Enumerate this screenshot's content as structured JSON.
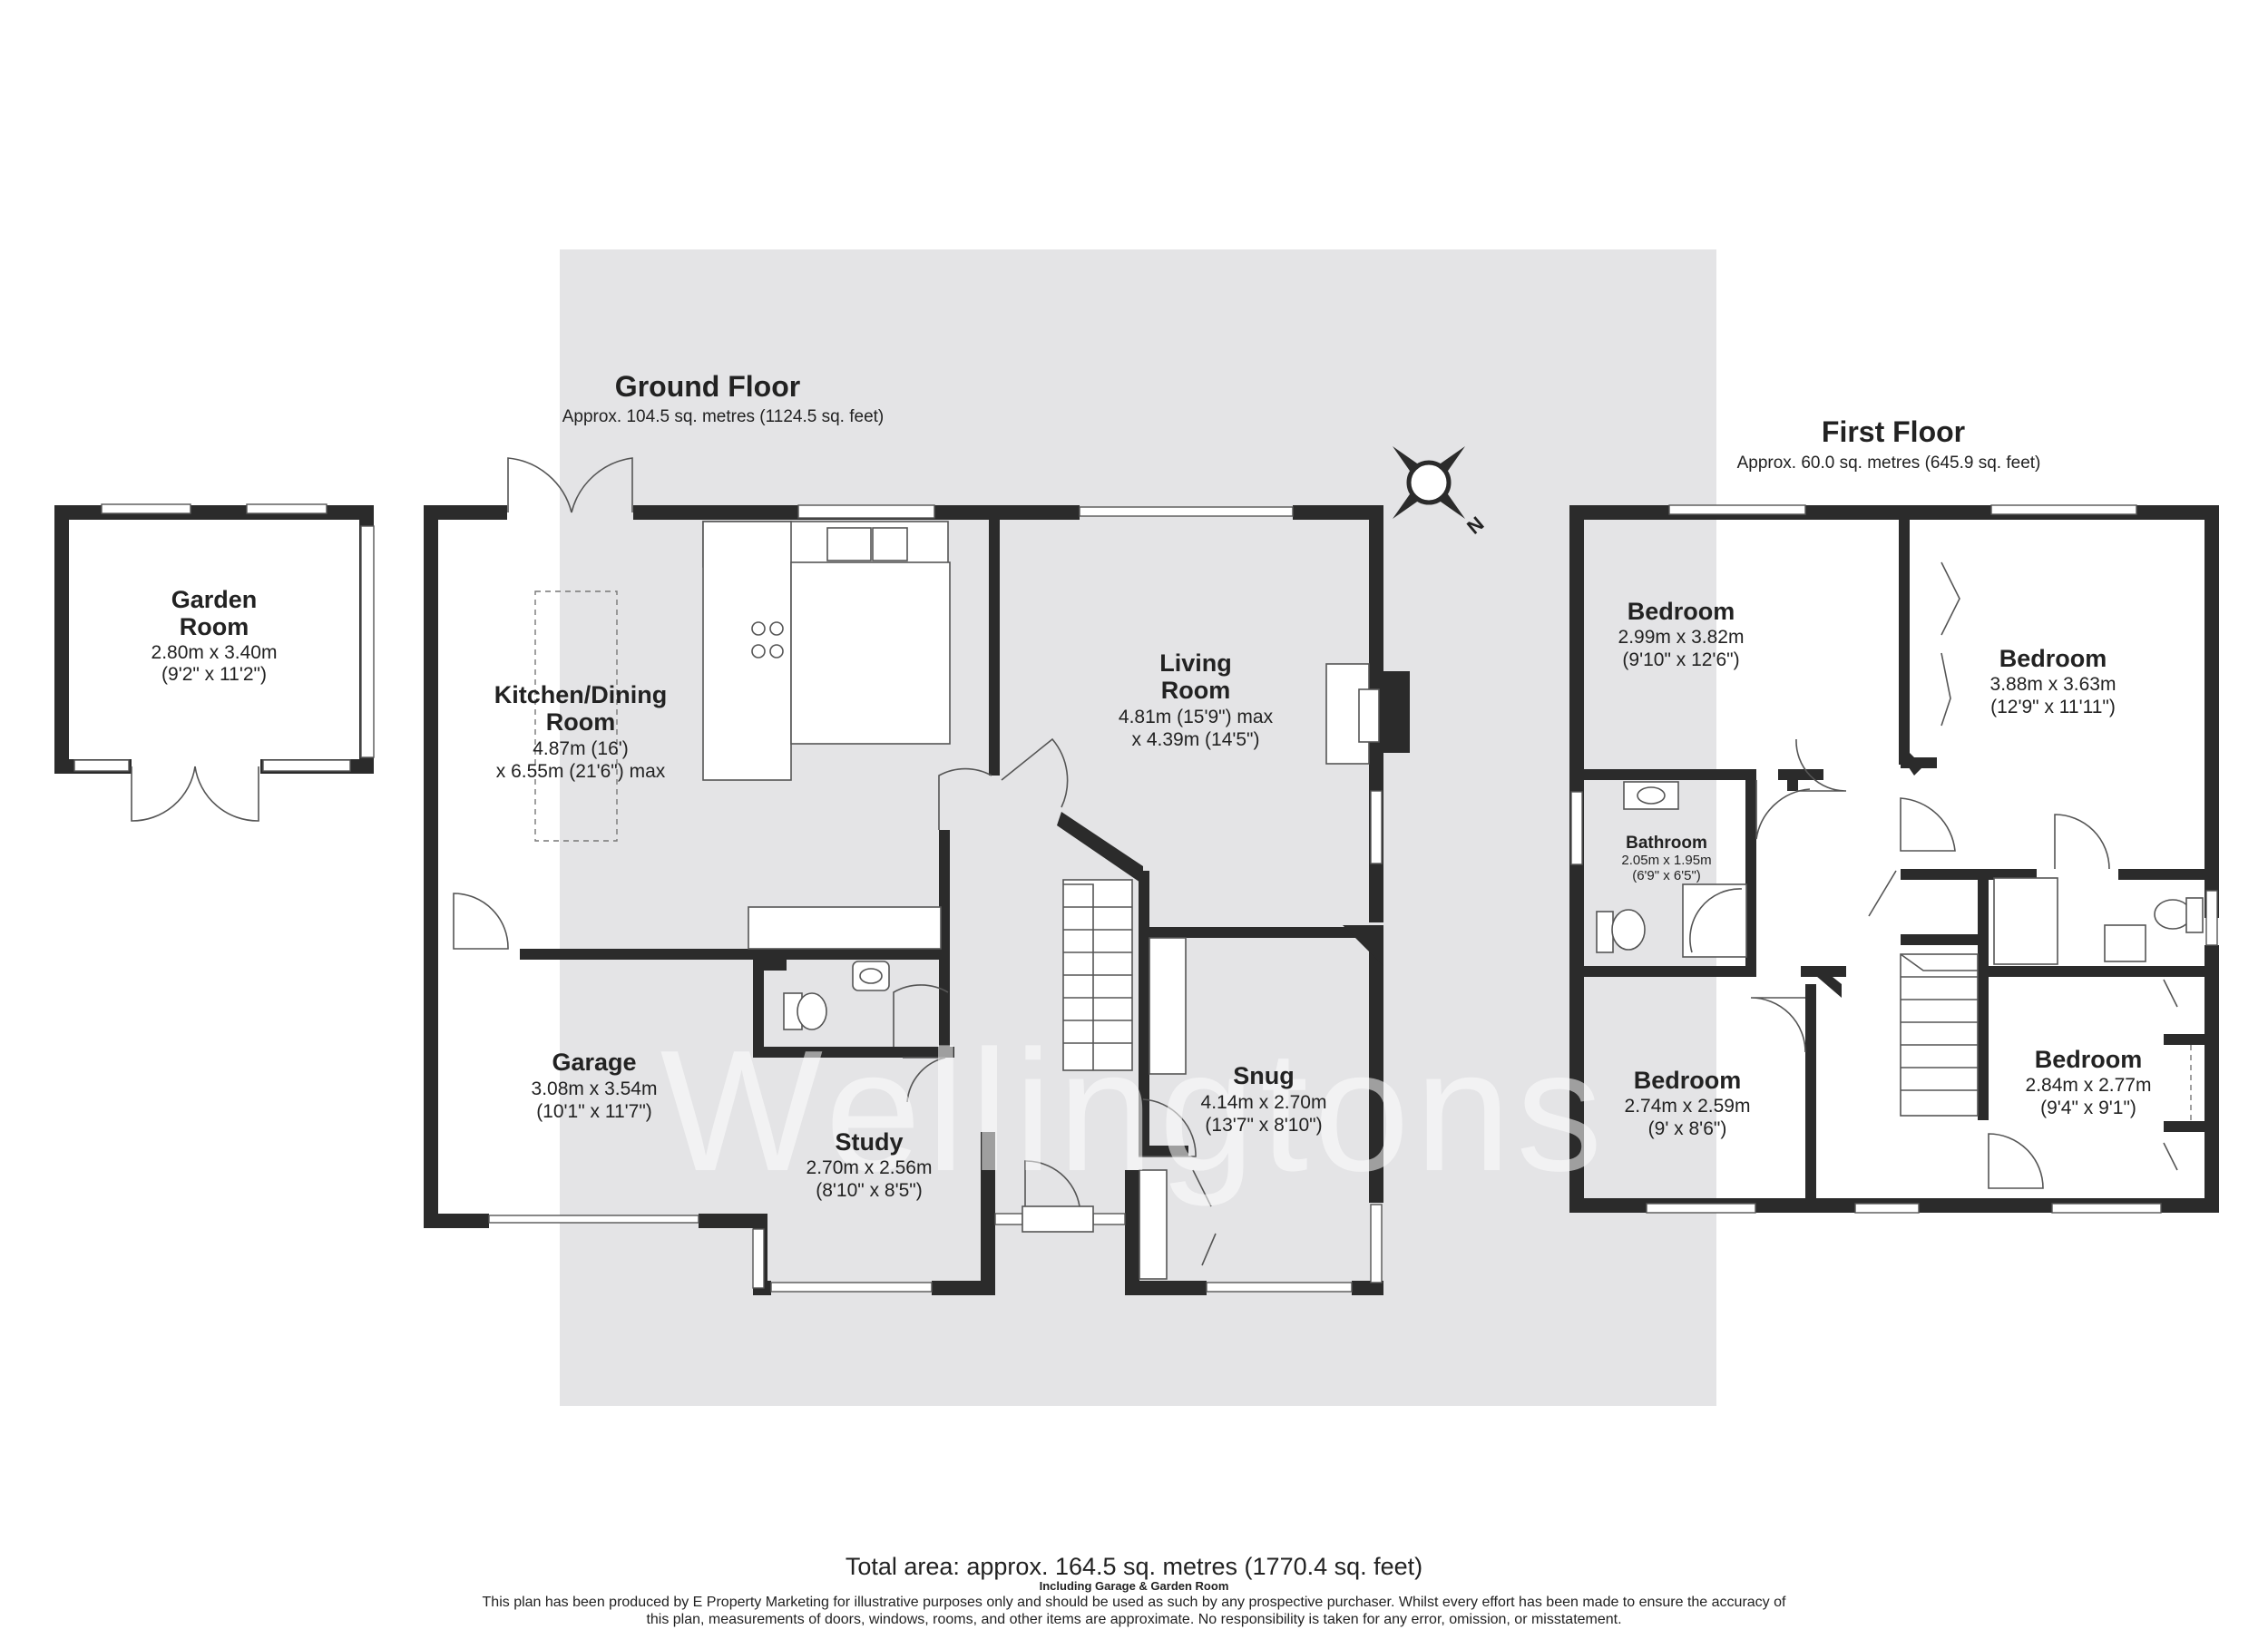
{
  "ground_floor": {
    "title": "Ground Floor",
    "area": "Approx. 104.5 sq. metres (1124.5 sq. feet)",
    "rooms": {
      "kitchen": {
        "name_line1": "Kitchen/Dining",
        "name_line2": "Room",
        "dim1": "4.87m (16')",
        "dim2": "x 6.55m (21'6\") max"
      },
      "living": {
        "name_line1": "Living",
        "name_line2": "Room",
        "dim1": "4.81m (15'9\") max",
        "dim2": "x 4.39m (14'5\")"
      },
      "garage": {
        "name": "Garage",
        "dim1": "3.08m x 3.54m",
        "dim2": "(10'1\" x 11'7\")"
      },
      "study": {
        "name": "Study",
        "dim1": "2.70m x 2.56m",
        "dim2": "(8'10\" x 8'5\")"
      },
      "snug": {
        "name": "Snug",
        "dim1": "4.14m x 2.70m",
        "dim2": "(13'7\" x 8'10\")"
      }
    }
  },
  "garden_room": {
    "name_line1": "Garden",
    "name_line2": "Room",
    "dim1": "2.80m x 3.40m",
    "dim2": "(9'2\" x 11'2\")"
  },
  "first_floor": {
    "title": "First Floor",
    "area": "Approx. 60.0 sq. metres (645.9 sq. feet)",
    "rooms": {
      "bedroom1": {
        "name": "Bedroom",
        "dim1": "2.99m x 3.82m",
        "dim2": "(9'10\" x 12'6\")"
      },
      "bedroom2": {
        "name": "Bedroom",
        "dim1": "3.88m x 3.63m",
        "dim2": "(12'9\" x 11'11\")"
      },
      "bathroom": {
        "name": "Bathroom",
        "dim1": "2.05m x 1.95m",
        "dim2": "(6'9\" x 6'5\")"
      },
      "bedroom3": {
        "name": "Bedroom",
        "dim1": "2.74m x 2.59m",
        "dim2": "(9' x 8'6\")"
      },
      "bedroom4": {
        "name": "Bedroom",
        "dim1": "2.84m x 2.77m",
        "dim2": "(9'4\" x 9'1\")"
      }
    }
  },
  "compass": {
    "label": "N"
  },
  "watermark": "Wellingtons",
  "footer": {
    "total": "Total area: approx. 164.5 sq. metres (1770.4 sq. feet)",
    "including": "Including Garage & Garden Room",
    "disclaimer1": "This plan has been produced by E Property Marketing for illustrative purposes only and should be used as such by any prospective purchaser. Whilst every effort has been made to ensure the accuracy of",
    "disclaimer2": "this plan, measurements of doors, windows, rooms, and other items are approximate. No responsibility is taken for any error, omission, or misstatement."
  },
  "colors": {
    "wall": "#2b2b2b",
    "shade": "#e4e4e6",
    "fixture_line": "#555555"
  }
}
